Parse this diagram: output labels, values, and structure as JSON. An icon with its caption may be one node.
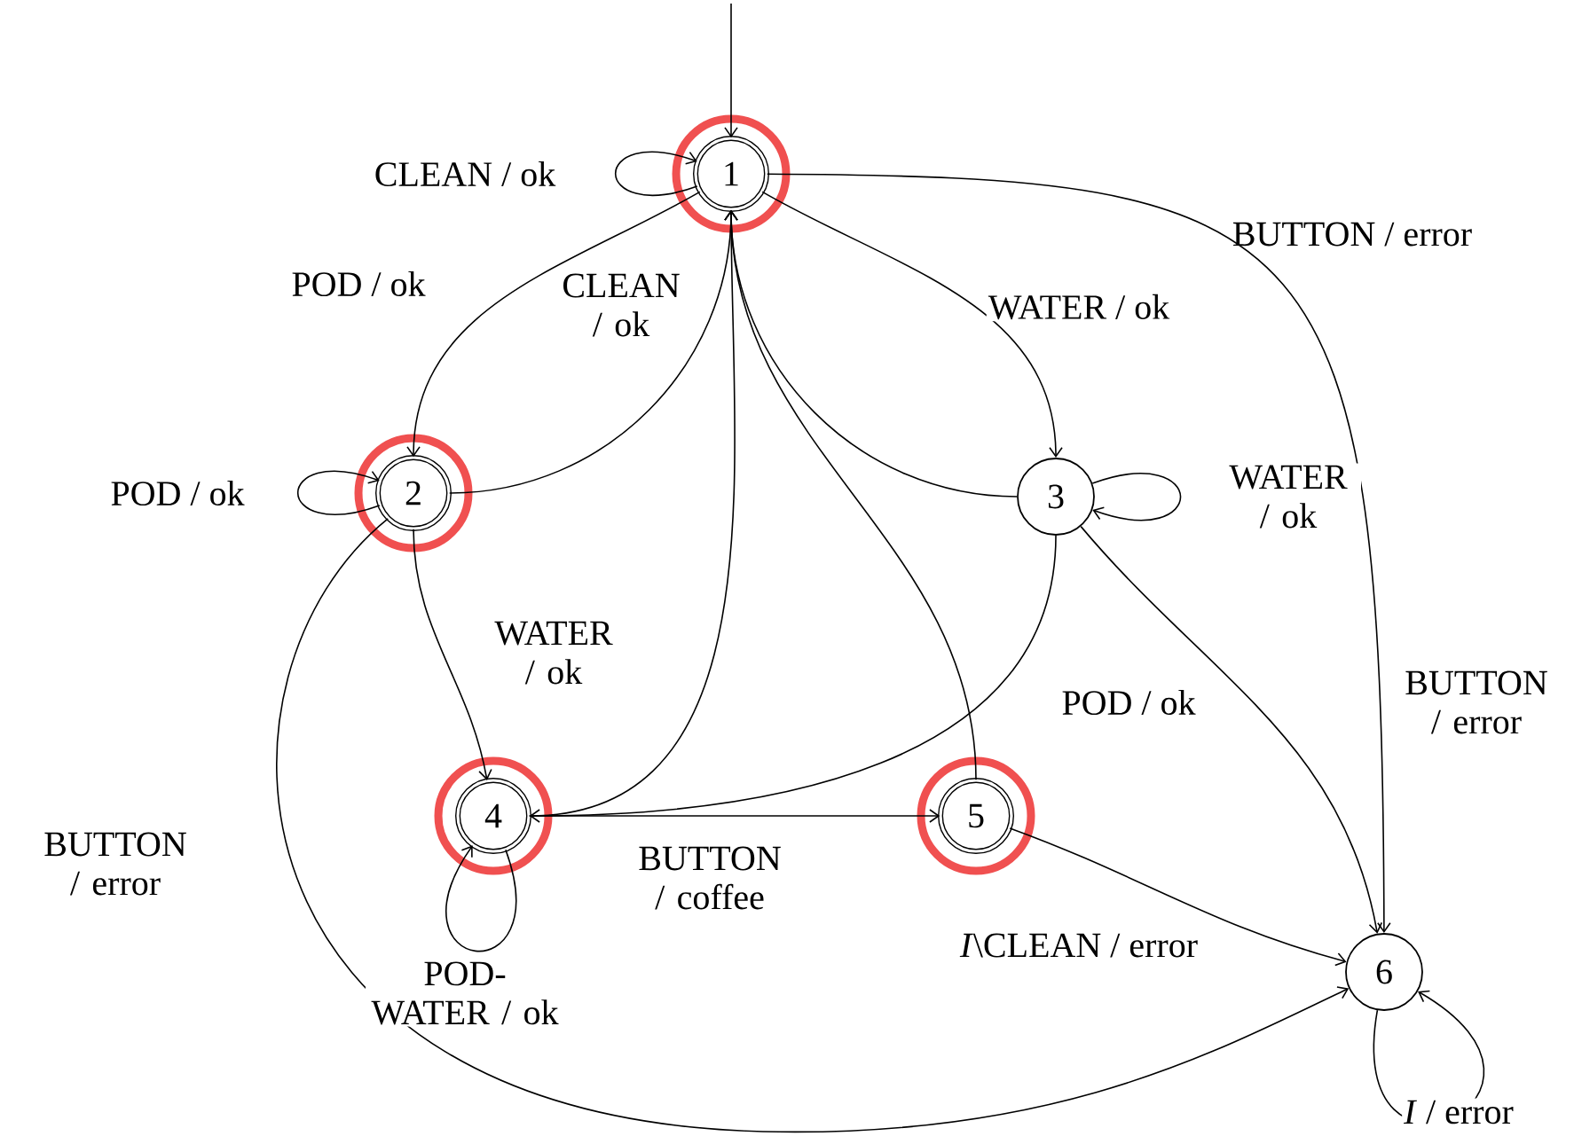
{
  "diagram": {
    "nodes": [
      {
        "text": [
          "1"
        ]
      },
      {
        "text": [
          "2"
        ]
      },
      {
        "text": [
          "3"
        ]
      },
      {
        "text": [
          "4"
        ]
      },
      {
        "text": [
          "5"
        ]
      },
      {
        "text": [
          "6"
        ]
      }
    ],
    "edges": [
      {
        "from": null,
        "to": 0,
        "arrow": "to"
      },
      {
        "from": 0,
        "to": 0,
        "arrow": "to",
        "label": "CLEAN / ok"
      },
      {
        "from": 0,
        "to": 1,
        "arrow": "to",
        "label": "POD / ok"
      },
      {
        "from": 1,
        "to": 0,
        "arrow": "to",
        "label": "CLEAN / ok"
      },
      {
        "from": 0,
        "to": 2,
        "arrow": "to",
        "label": "WATER / ok"
      },
      {
        "from": 0,
        "to": 5,
        "arrow": "to",
        "label": "BUTTON / error"
      },
      {
        "from": 1,
        "to": 1,
        "arrow": "to",
        "label": "POD / ok"
      },
      {
        "from": 1,
        "to": 3,
        "arrow": "to",
        "label": "WATER / ok"
      },
      {
        "from": 1,
        "to": 5,
        "arrow": "to",
        "label": "BUTTON / error"
      },
      {
        "from": 2,
        "to": 2,
        "arrow": "to",
        "label": "WATER / ok"
      },
      {
        "from": 2,
        "to": 0,
        "arrow": "to"
      },
      {
        "from": 2,
        "to": 5,
        "arrow": "to"
      },
      {
        "from": 2,
        "to": 3,
        "arrow": "to",
        "label": "POD / ok"
      },
      {
        "from": 3,
        "to": 3,
        "arrow": "to",
        "label": "POD-WATER / ok"
      },
      {
        "from": 3,
        "to": 0,
        "arrow": "to"
      },
      {
        "from": 3,
        "to": 4,
        "arrow": "to",
        "label": "BUTTON / coffee"
      },
      {
        "from": 4,
        "to": 0,
        "arrow": "to"
      },
      {
        "from": 4,
        "to": 5,
        "arrow": "to",
        "label": "*I*\\CLEAN / error"
      },
      {
        "from": 5,
        "to": 5,
        "arrow": "to",
        "label": "*I* / error"
      }
    ],
    "labels": [
      "BUTTON / error"
    ]
  }
}
